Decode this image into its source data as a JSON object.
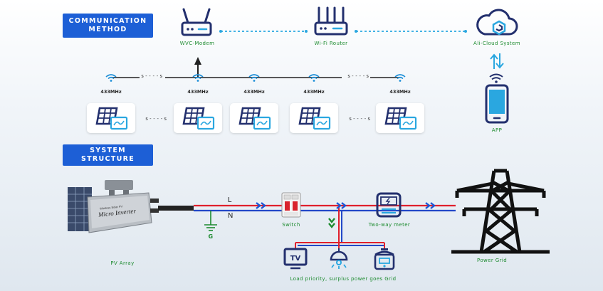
{
  "communication_method": {
    "line1": "COMMUNICATION",
    "line2": "METHOD"
  },
  "system_structure": {
    "line1": "SYSTEM",
    "line2": "STRUCTURE"
  },
  "devices": {
    "modem": "WVC-Modem",
    "router": "Wi-Fi Router",
    "cloud": "Ali-Cloud System",
    "app": "APP"
  },
  "wireless_freq": "433MHz",
  "ellipsis": "s----s",
  "structure": {
    "pv_array": "PV Array",
    "ground": "G",
    "line_l": "L",
    "line_n": "N",
    "switch": "Switch",
    "meter": "Two-way meter",
    "load": "Load priority, surplus power goes Grid",
    "grid": "Power Grid",
    "inverter_text": "Micro Inverter",
    "inverter_subtext": "Wireless Solar PV"
  },
  "colors": {
    "accent": "#1d5fd6",
    "label_green": "#1c8a2e",
    "line_red": "#e0202c",
    "line_blue": "#2248c8",
    "arrow_blue": "#1a56d6",
    "icon_navy": "#23306e",
    "dash_blue": "#2aa7e0"
  }
}
